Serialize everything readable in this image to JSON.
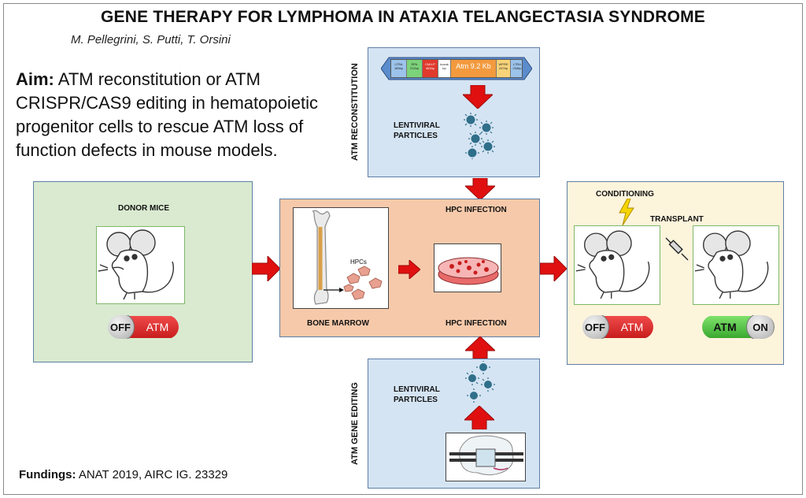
{
  "title": "GENE THERAPY FOR LYMPHOMA IN ATAXIA TELANGECTASIA SYNDROME",
  "authors": "M. Pellegrini, S. Putti, T. Orsini",
  "aim": {
    "label": "Aim:",
    "text": " ATM reconstitution or ATM CRISPR/CAS9 editing in hematopoietic progenitor cells to rescue ATM loss of function defects in mouse models."
  },
  "fundings": {
    "label": "Fundings:",
    "text": " ANAT 2019, AIRC IG. 23329"
  },
  "top_panel": {
    "vertical_label": "ATM RECONSTITUTION",
    "particles_label_1": "LENTIVIRAL",
    "particles_label_2": "PARTICLES",
    "construct": {
      "ltr_left": "LTRΔ 165bp",
      "rpa": "RPA 212bp",
      "cmv": "CMV-P 461bp",
      "kozak": "kozak bp",
      "atm": "Atm 9.2 Kb",
      "wpre": "WPRE 247bp",
      "ltr_right": "LTRΔ 234bp"
    }
  },
  "bottom_panel": {
    "vertical_label": "ATM GENE EDITING",
    "particles_label_1": "LENTIVIRAL",
    "particles_label_2": "PARTICLES"
  },
  "donor_panel": {
    "label": "DONOR MICE",
    "toggle_off": "OFF",
    "toggle_atm": "ATM"
  },
  "center_panel": {
    "hpc_infection_top": "HPC INFECTION",
    "hpc_infection_bottom": "HPC INFECTION",
    "bone_marrow": "BONE MARROW",
    "hpcs": "HPCs"
  },
  "recipient_panel": {
    "conditioning": "CONDITIONING",
    "transplant": "TRANSPLANT",
    "left_toggle_off": "OFF",
    "left_toggle_atm": "ATM",
    "right_toggle_atm": "ATM",
    "right_toggle_on": "ON"
  },
  "colors": {
    "arrow_red": "#e01010",
    "blue_panel": "#d5e4f3",
    "green_panel": "#d9ead0",
    "orange_panel": "#f6c9aa",
    "yellow_panel": "#fdf4dc",
    "virus": "#2f6f8a"
  }
}
